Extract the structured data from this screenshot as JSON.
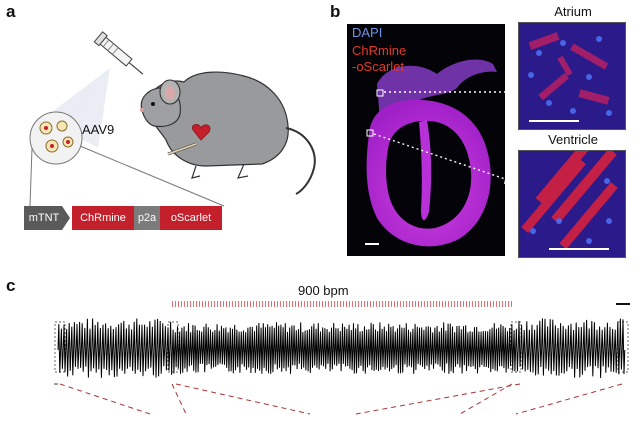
{
  "panels": {
    "a": "a",
    "b": "b",
    "c": "c"
  },
  "panel_a": {
    "vector": "AAV9",
    "construct": [
      {
        "label": "mTNT",
        "color": "#5a5a5a"
      },
      {
        "label": "ChRmine",
        "color": "#c3202c"
      },
      {
        "label": "p2a",
        "color": "#7b7b7b"
      },
      {
        "label": "oScarlet",
        "color": "#c3202c"
      }
    ]
  },
  "panel_b": {
    "channels": [
      {
        "label": "DAPI",
        "color": "#6f95e6"
      },
      {
        "label": "ChRmine",
        "color": "#e23a2a"
      },
      {
        "label": "-oScarlet",
        "color": "#e23a2a"
      }
    ],
    "insets": {
      "top": "Atrium",
      "bottom": "Ventricle"
    }
  },
  "panel_c": {
    "rate_label": "900 bpm"
  }
}
